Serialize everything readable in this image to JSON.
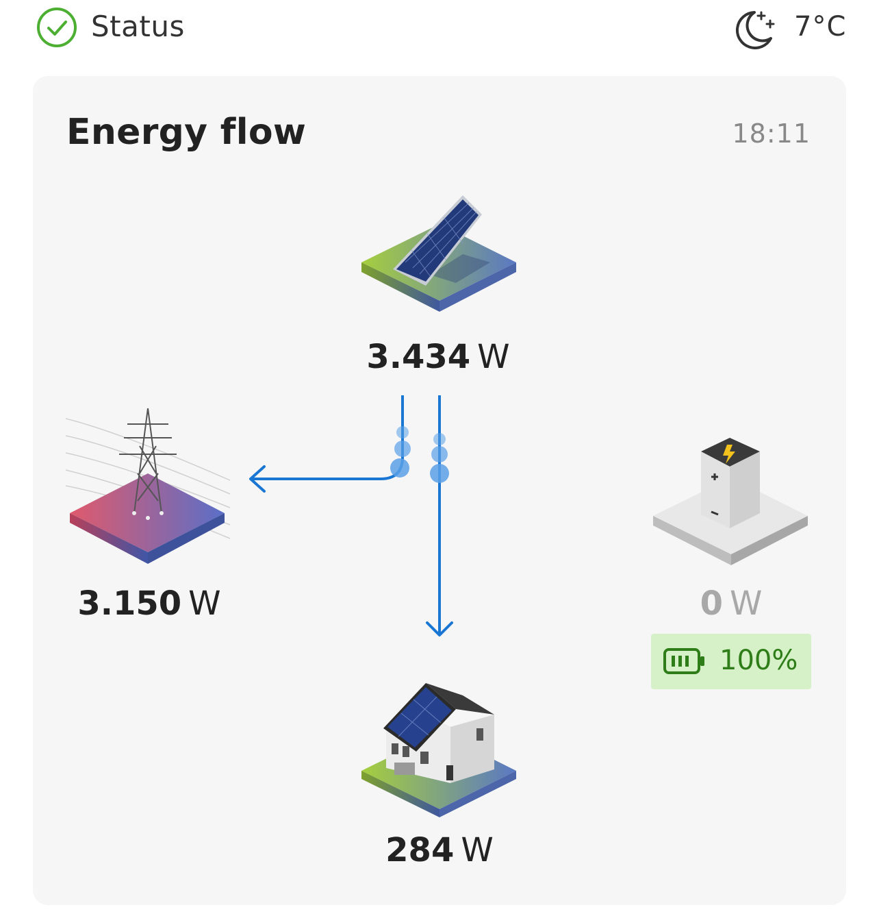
{
  "header": {
    "status_label": "Status",
    "status_icon": "check-circle-icon",
    "weather_icon": "moon-stars-icon",
    "temperature": "7°C"
  },
  "energy_flow": {
    "title": "Energy flow",
    "time": "18:11",
    "pv": {
      "icon": "solar-panel-icon",
      "value": "3.434",
      "unit": "W"
    },
    "grid": {
      "icon": "power-pylon-icon",
      "value": "3.150",
      "unit": "W"
    },
    "battery": {
      "icon": "battery-storage-icon",
      "value": "0",
      "unit": "W",
      "charge": "100%"
    },
    "home": {
      "icon": "house-icon",
      "value": "284",
      "unit": "W"
    }
  },
  "colors": {
    "accent_green": "#4caf32",
    "flow_blue": "#1976d2",
    "battery_badge_bg": "#d6f1c8",
    "battery_badge_text": "#2e7d18"
  }
}
